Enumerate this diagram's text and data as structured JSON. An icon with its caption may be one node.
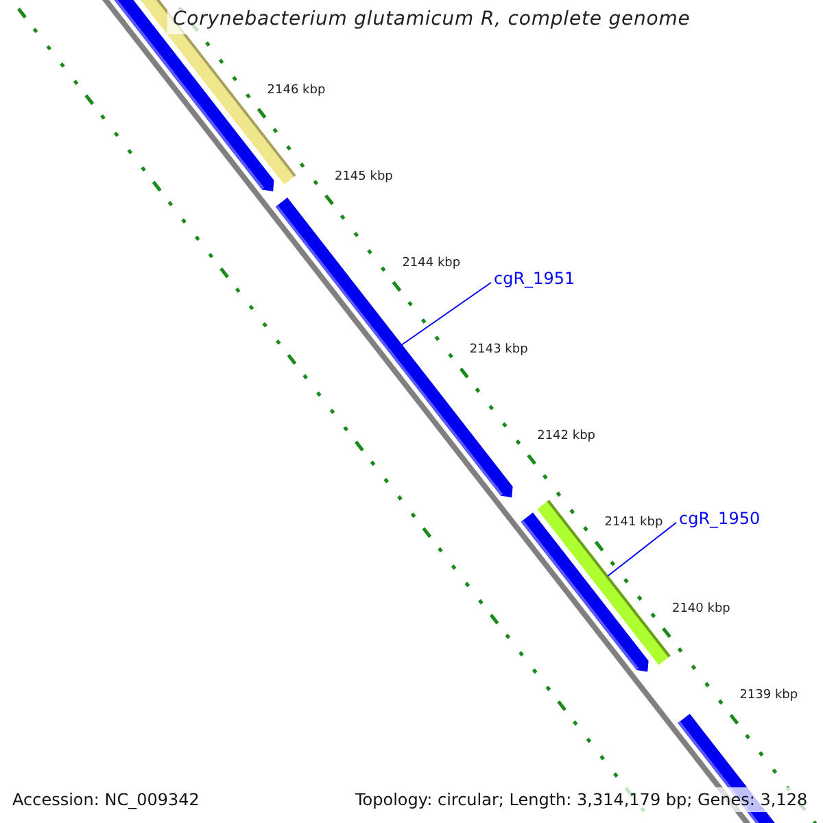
{
  "diagram": {
    "title": "Corynebacterium glutamicum R, complete genome",
    "nodes": [
      {
        "text": [
          "cgR_1951"
        ]
      },
      {
        "text": [],
        "shape": "bar"
      },
      {
        "text": [
          "cgR_1950"
        ]
      },
      {
        "text": [],
        "shape": "bar"
      }
    ],
    "edges": [
      {
        "from": 0,
        "to": 1,
        "arrow": "none"
      },
      {
        "from": 2,
        "to": 3,
        "arrow": "none"
      }
    ],
    "labels": [
      "2146 kbp",
      "2145 kbp",
      "2144 kbp",
      "2143 kbp",
      "2142 kbp",
      "2141 kbp",
      "2140 kbp",
      "2139 kbp",
      "Accession: NC_009342",
      "Topology: circular; Length: 3,314,179 bp; Genes: 3,128"
    ]
  }
}
